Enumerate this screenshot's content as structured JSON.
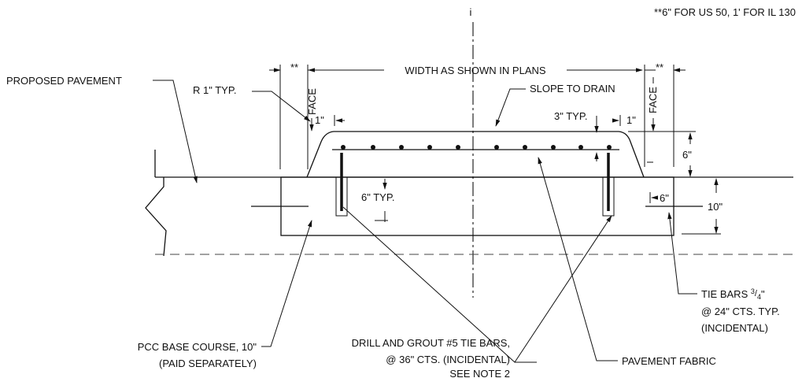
{
  "figure": {
    "note_top": "**6\" FOR US 50, 1' FOR IL 130",
    "centerline_mark": "i",
    "width_label": "WIDTH AS SHOWN IN PLANS",
    "star_left": "**",
    "star_right": "**",
    "face_left": "FACE",
    "face_right": "FACE",
    "proposed_pavement": "PROPOSED PAVEMENT",
    "radius": "R 1\" TYP.",
    "slope": "SLOPE TO DRAIN",
    "one_inch_left": "1\"",
    "three_typ": "3\" TYP.",
    "one_inch_right": "1\"",
    "six_inch_right": "6\"",
    "six_typ": "6\" TYP.",
    "six_inch_small": "6\"",
    "ten_inch": "10\"",
    "tie_bars": {
      "line1_prefix": "TIE BARS ",
      "fraction_num": "3",
      "fraction_den": "4",
      "line1_suffix": "\"",
      "line2": "@ 24\" CTS. TYP.",
      "line3": "(INCIDENTAL)"
    },
    "pcc_base": {
      "line1": "PCC BASE COURSE, 10\"",
      "line2": "(PAID SEPARATELY)"
    },
    "drill_grout": {
      "line1": "DRILL AND GROUT #5 TIE BARS,",
      "line2": "@ 36\" CTS. (INCIDENTAL)",
      "line3": "SEE NOTE 2"
    },
    "fabric": "PAVEMENT FABRIC"
  }
}
